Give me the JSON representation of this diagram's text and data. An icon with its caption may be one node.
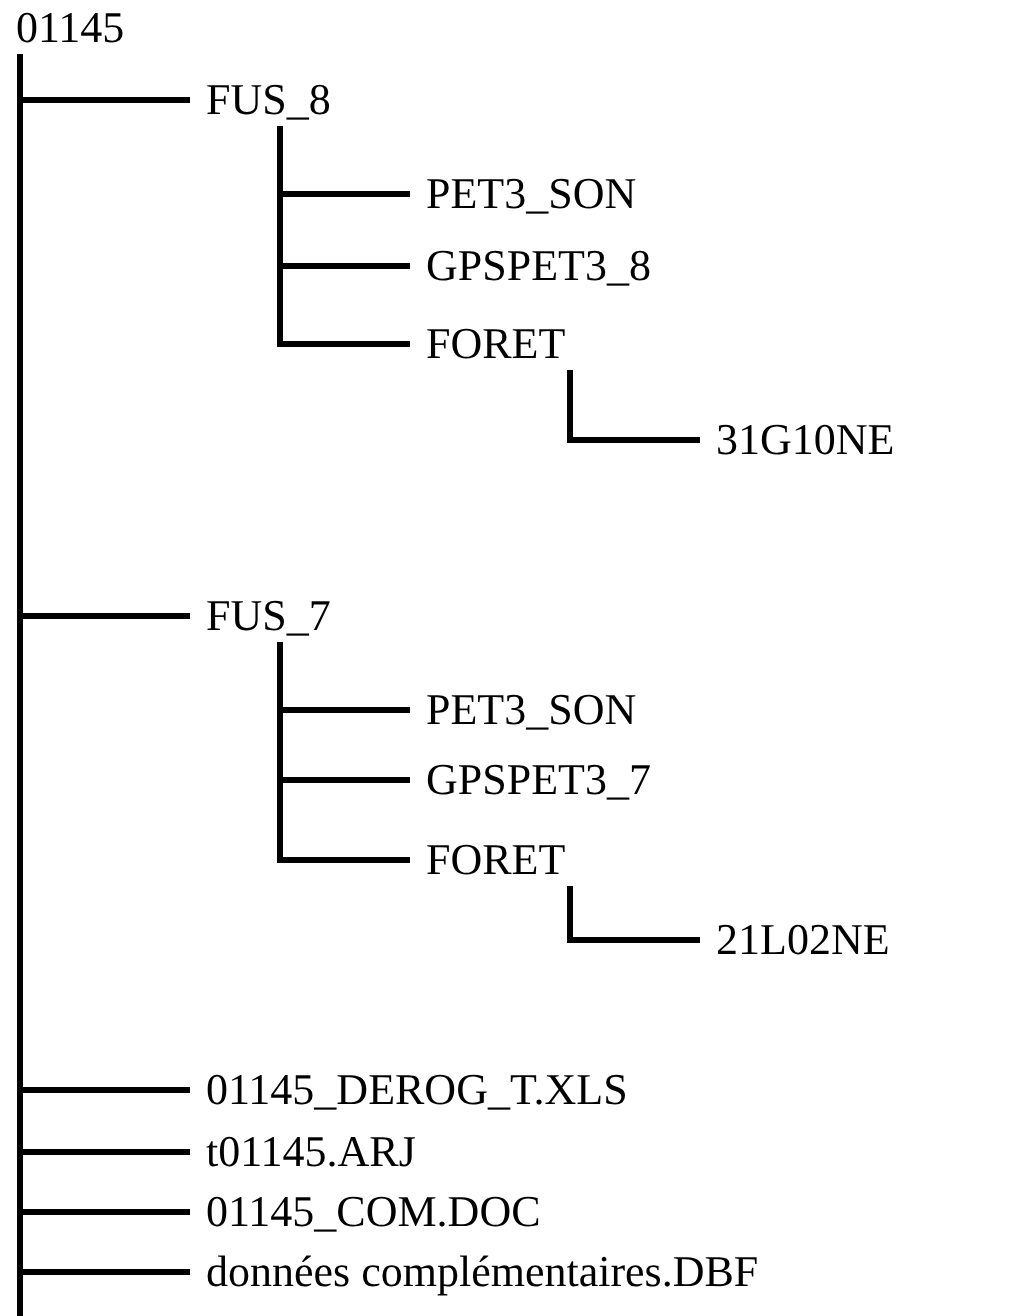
{
  "diagram": {
    "nodes": [
      {
        "text": [
          "01145"
        ]
      },
      {
        "text": [
          "FUS_8"
        ]
      },
      {
        "text": [
          "PET3_SON"
        ]
      },
      {
        "text": [
          "GPSPET3_8"
        ]
      },
      {
        "text": [
          "FORET"
        ]
      },
      {
        "text": [
          "31G10NE"
        ]
      },
      {
        "text": [
          "FUS_7"
        ]
      },
      {
        "text": [
          "PET3_SON"
        ]
      },
      {
        "text": [
          "GPSPET3_7"
        ]
      },
      {
        "text": [
          "FORET"
        ]
      },
      {
        "text": [
          "21L02NE"
        ]
      },
      {
        "text": [
          "01145_DEROG_T.XLS"
        ]
      },
      {
        "text": [
          "t01145.ARJ"
        ]
      },
      {
        "text": [
          "01145_COM.DOC"
        ]
      },
      {
        "text": [
          "données complémentaires.DBF"
        ]
      }
    ],
    "edges": [
      {
        "from": 0,
        "to": 1,
        "arrow": "none"
      },
      {
        "from": 1,
        "to": 2,
        "arrow": "none"
      },
      {
        "from": 1,
        "to": 3,
        "arrow": "none"
      },
      {
        "from": 1,
        "to": 4,
        "arrow": "none"
      },
      {
        "from": 4,
        "to": 5,
        "arrow": "none"
      },
      {
        "from": 0,
        "to": 6,
        "arrow": "none"
      },
      {
        "from": 6,
        "to": 7,
        "arrow": "none"
      },
      {
        "from": 6,
        "to": 8,
        "arrow": "none"
      },
      {
        "from": 6,
        "to": 9,
        "arrow": "none"
      },
      {
        "from": 9,
        "to": 10,
        "arrow": "none"
      },
      {
        "from": 0,
        "to": 11,
        "arrow": "none"
      },
      {
        "from": 0,
        "to": 12,
        "arrow": "none"
      },
      {
        "from": 0,
        "to": 13,
        "arrow": "none"
      },
      {
        "from": 0,
        "to": 14,
        "arrow": "none"
      }
    ]
  }
}
